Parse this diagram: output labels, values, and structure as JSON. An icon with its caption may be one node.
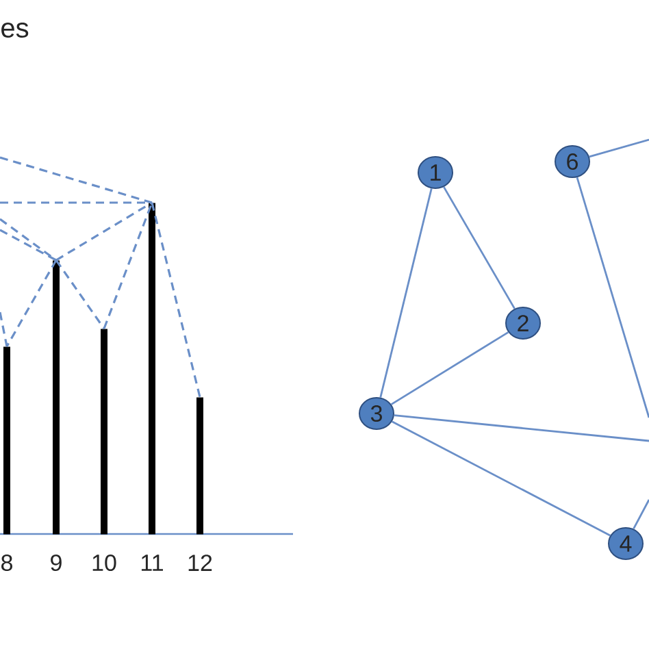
{
  "diagram": {
    "nodes": [
      {
        "text": [],
        "shape": "bar"
      },
      {
        "text": [],
        "shape": "bar"
      },
      {
        "text": [],
        "shape": "bar"
      },
      {
        "text": [],
        "shape": "bar"
      },
      {
        "text": [],
        "shape": "bar"
      },
      {
        "text": [
          "1"
        ]
      },
      {
        "text": [
          "6"
        ]
      },
      {
        "text": [
          "2"
        ]
      },
      {
        "text": [
          "3"
        ]
      },
      {
        "text": [
          "4"
        ]
      }
    ],
    "edges": [
      {
        "from": null,
        "to": 3,
        "arrow": "none",
        "style": "dashed"
      },
      {
        "from": null,
        "to": 3,
        "arrow": "none",
        "style": "dashed"
      },
      {
        "from": null,
        "to": 1,
        "arrow": "none",
        "style": "dashed"
      },
      {
        "from": null,
        "to": 1,
        "arrow": "none",
        "style": "dashed"
      },
      {
        "from": null,
        "to": 0,
        "arrow": "none",
        "style": "dashed"
      },
      {
        "from": 1,
        "to": 0,
        "arrow": "none",
        "style": "dashed"
      },
      {
        "from": 1,
        "to": 2,
        "arrow": "none",
        "style": "dashed"
      },
      {
        "from": 1,
        "to": 3,
        "arrow": "none",
        "style": "dashed"
      },
      {
        "from": 2,
        "to": 3,
        "arrow": "none",
        "style": "dashed"
      },
      {
        "from": 3,
        "to": 4,
        "arrow": "none",
        "style": "dashed"
      },
      {
        "from": 5,
        "to": 7,
        "arrow": "none"
      },
      {
        "from": 5,
        "to": 8,
        "arrow": "none"
      },
      {
        "from": 7,
        "to": 8,
        "arrow": "none"
      },
      {
        "from": 8,
        "to": 9,
        "arrow": "none"
      },
      {
        "from": 8,
        "to": null,
        "arrow": "none"
      },
      {
        "from": 6,
        "to": null,
        "arrow": "none"
      },
      {
        "from": 6,
        "to": null,
        "arrow": "none"
      },
      {
        "from": 9,
        "to": null,
        "arrow": "none"
      }
    ],
    "labels": [
      "es",
      "8",
      "9",
      "10",
      "11",
      "12"
    ]
  }
}
